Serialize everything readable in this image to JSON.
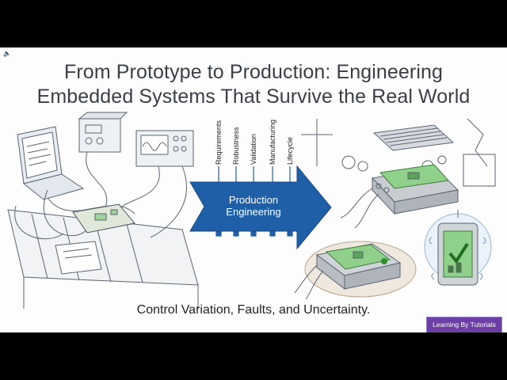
{
  "slide": {
    "title_line1": "From Prototype to Production: Engineering",
    "title_line2": "Embedded Systems That Survive the Real World",
    "subtitle": "Control Variation, Faults, and Uncertainty.",
    "brand_badge": "Learning By Tutorials",
    "speaker_icon": "speaker-icon"
  },
  "arrow": {
    "label_line1": "Production",
    "label_line2": "Engineering",
    "color": "#1f5fa8"
  },
  "pillars": [
    "Requirements",
    "Robustness",
    "Validation",
    "Manufacturing",
    "Lifecycle"
  ],
  "colors": {
    "arrow": "#1f5fa8",
    "board_green": "#7cc47a",
    "sketch": "#5b6470",
    "badge": "#6b3fa6"
  }
}
